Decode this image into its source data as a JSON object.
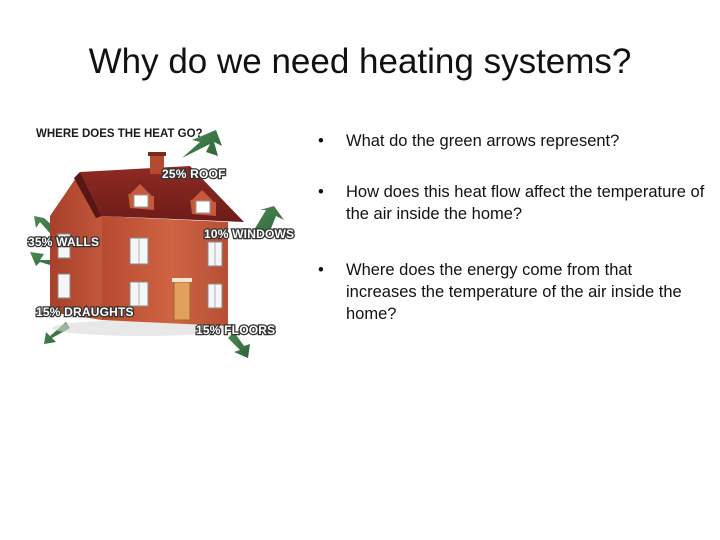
{
  "slide": {
    "title": "Why do we need heating systems?",
    "figure": {
      "heading": "WHERE DOES THE HEAT GO?",
      "labels": {
        "roof": "25% ROOF",
        "walls": "35% WALLS",
        "windows": "10% WINDOWS",
        "draughts": "15% DRAUGHTS",
        "floors": "15% FLOORS"
      }
    },
    "bullet_marker": "•",
    "bullets": [
      "What do the green arrows represent?",
      "How does this heat flow affect the temperature of the air inside the home?",
      "Where does the energy come from that increases the temperature of the air inside the home?"
    ]
  }
}
